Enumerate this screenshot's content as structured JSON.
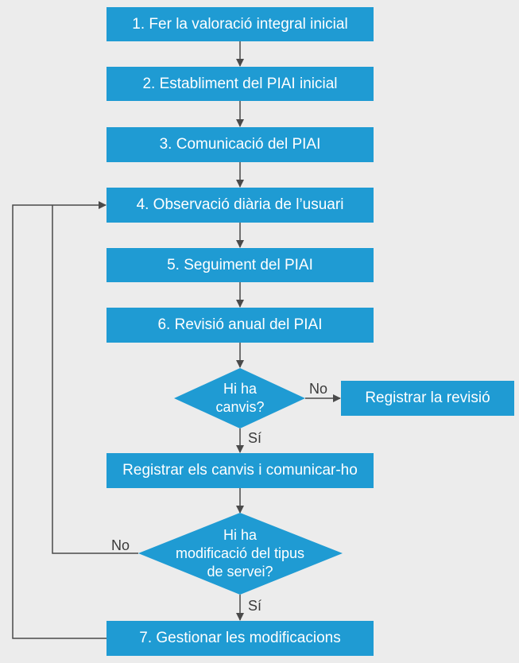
{
  "colors": {
    "box": "#1f9bd3",
    "line": "#4a4a4a",
    "background": "#ececec"
  },
  "steps": [
    "1. Fer la valoració integral inicial",
    "2. Establiment del PIAI inicial",
    "3. Comunicació del PIAI",
    "4. Observació diària de l’usuari",
    "5. Seguiment del PIAI",
    "6. Revisió anual del PIAI",
    "Registrar la revisió",
    "Registrar els canvis i comunicar-ho",
    "7. Gestionar les modificacions"
  ],
  "decisions": [
    {
      "lines": [
        "Hi ha",
        "canvis?"
      ]
    },
    {
      "lines": [
        "Hi ha",
        "modificació del tipus",
        "de servei?"
      ]
    }
  ],
  "edge_labels": {
    "d1_no": "No",
    "d1_yes": "Sí",
    "d2_no": "No",
    "d2_yes": "Sí"
  }
}
